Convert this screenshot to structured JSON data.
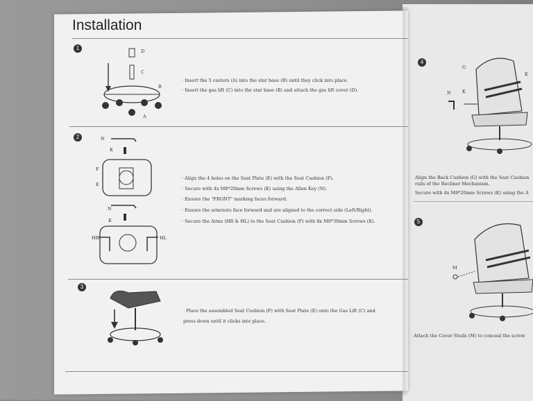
{
  "page_title": "Installation",
  "steps": [
    {
      "number": "1",
      "instructions": [
        "· Insert the 5 casters (A) into the star base (B) until they click into place.",
        "· Insert the gas lift (C) into the star base (B) and attach the gas lift cover (D)."
      ],
      "labels": [
        "D",
        "C",
        "B",
        "A"
      ]
    },
    {
      "number": "2",
      "instructions": [
        "· Align the 4 holes on the Seat Plate (E) with the Seat Cushion (F).",
        "· Secure with 4x M8*20mm Screws (K) using the Allen Key (N).",
        "· Ensure the \"FRONT\" marking faces forward.",
        "· Ensure the armrests face forward and are aligned to the correct side (Left/Right).",
        "· Secure the Arms (HR & HL) to the Seat Cushion (F) with 8x M8*30mm Screws (K)."
      ],
      "labels": [
        "N",
        "K",
        "F",
        "E",
        "N",
        "K",
        "HR",
        "HL"
      ]
    },
    {
      "number": "3",
      "instructions": [
        "· Place the assembled Seat Cushion (F) with Seat Plate (E) onto the Gas Lift (C) and",
        "press down until it clicks into place."
      ]
    },
    {
      "number": "4",
      "instructions": [
        "Align the Back Cushion (G) with the Seat Cushion",
        "rails of the Recliner Mechanism.",
        "Secure with 4x M8*20mm Screws (K) using the A"
      ],
      "labels": [
        "G",
        "K",
        "N",
        "K"
      ]
    },
    {
      "number": "5",
      "instructions": [
        "Attach the Cover Studs (M) to conceal the screw"
      ],
      "labels": [
        "M"
      ]
    }
  ]
}
